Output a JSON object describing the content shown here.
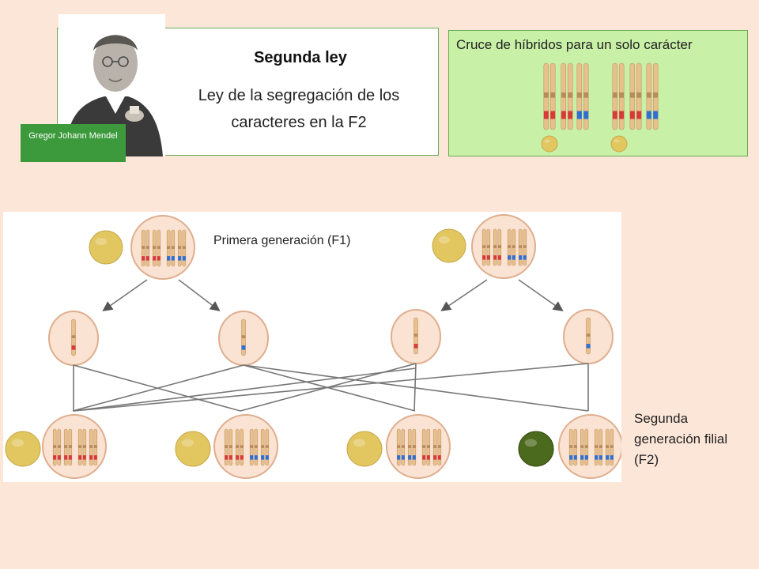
{
  "header": {
    "law_name": "Segunda ley",
    "law_description": "Ley de la segregación de los caracteres en la F2",
    "portrait_caption": "Gregor Johann Mendel"
  },
  "cross_box": {
    "text": "Cruce de híbridos para un solo carácter"
  },
  "diagram": {
    "f1_label": "Primera generación (F1)",
    "f2_label": "Segunda generación filial (F2)"
  },
  "colors": {
    "background": "#fce6d8",
    "cross_box_fill": "#c8f0a6",
    "caption_fill": "#3c9a3c",
    "cell_fill": "#fae3d2",
    "cell_border": "#dfae8e",
    "allele_dominant": "#d83a3a",
    "allele_recessive": "#2f6fd0",
    "seed_yellow": "#e2c660",
    "seed_green": "#4c6a1e"
  }
}
